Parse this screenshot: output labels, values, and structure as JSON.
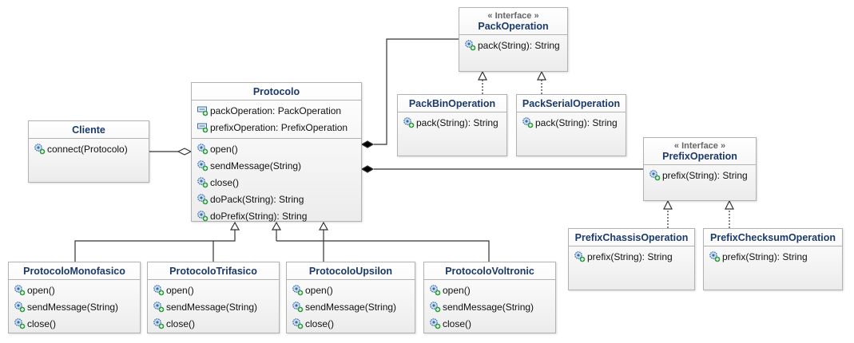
{
  "classes": {
    "cliente": {
      "name": "Cliente",
      "operations": [
        "connect(Protocolo)"
      ]
    },
    "protocolo": {
      "name": "Protocolo",
      "attributes": [
        "packOperation: PackOperation",
        "prefixOperation: PrefixOperation"
      ],
      "operations": [
        "open()",
        "sendMessage(String)",
        "close()",
        "doPack(String): String",
        "doPrefix(String): String"
      ]
    },
    "pack_operation": {
      "stereotype": "« Interface »",
      "name": "PackOperation",
      "operations": [
        "pack(String): String"
      ]
    },
    "pack_bin": {
      "name": "PackBinOperation",
      "operations": [
        "pack(String): String"
      ]
    },
    "pack_serial": {
      "name": "PackSerialOperation",
      "operations": [
        "pack(String): String"
      ]
    },
    "prefix_operation": {
      "stereotype": "« Interface »",
      "name": "PrefixOperation",
      "operations": [
        "prefix(String): String"
      ]
    },
    "prefix_chassis": {
      "name": "PrefixChassisOperation",
      "operations": [
        "prefix(String): String"
      ]
    },
    "prefix_checksum": {
      "name": "PrefixChecksumOperation",
      "operations": [
        "prefix(String): String"
      ]
    },
    "monofasico": {
      "name": "ProtocoloMonofasico",
      "operations": [
        "open()",
        "sendMessage(String)",
        "close()"
      ]
    },
    "trifasico": {
      "name": "ProtocoloTrifasico",
      "operations": [
        "open()",
        "sendMessage(String)",
        "close()"
      ]
    },
    "upsilon": {
      "name": "ProtocoloUpsilon",
      "operations": [
        "open()",
        "sendMessage(String)",
        "close()"
      ]
    },
    "voltronic": {
      "name": "ProtocoloVoltronic",
      "operations": [
        "open()",
        "sendMessage(String)",
        "close()"
      ]
    }
  },
  "colors": {
    "class_name": "#1b3a6b",
    "border": "#b2b2b2",
    "line": "#333333",
    "icon": "#3a6ea5"
  },
  "icons": {
    "operation": "operation-icon",
    "attribute": "attribute-icon"
  }
}
